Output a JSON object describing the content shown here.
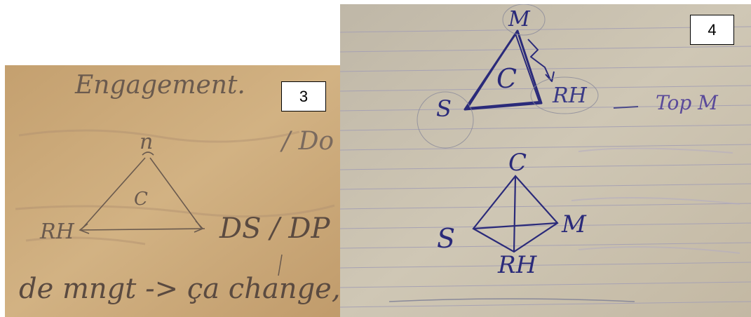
{
  "photo_left": {
    "panel_number": "3",
    "heading": "Engagement.",
    "top_vertex": "n",
    "center": "C",
    "left_vertex": "RH",
    "right_vertex": "DS / DP",
    "partial_text": "/ Do",
    "bottom_line": "de mngt -> ça change,",
    "ink_color": "#6a5a4e",
    "paper_color": "#c9a679"
  },
  "photo_right": {
    "panel_number": "4",
    "triangle": {
      "top_vertex": "M",
      "center": "C",
      "left_vertex": "S",
      "right_vertex": "RH",
      "side_note": "Top M"
    },
    "diamond": {
      "top_vertex": "C",
      "left_vertex": "S",
      "right_vertex": "M",
      "bottom_vertex": "RH"
    },
    "ink_color": "#2a2a7a",
    "paper_color": "#c8bfae"
  }
}
